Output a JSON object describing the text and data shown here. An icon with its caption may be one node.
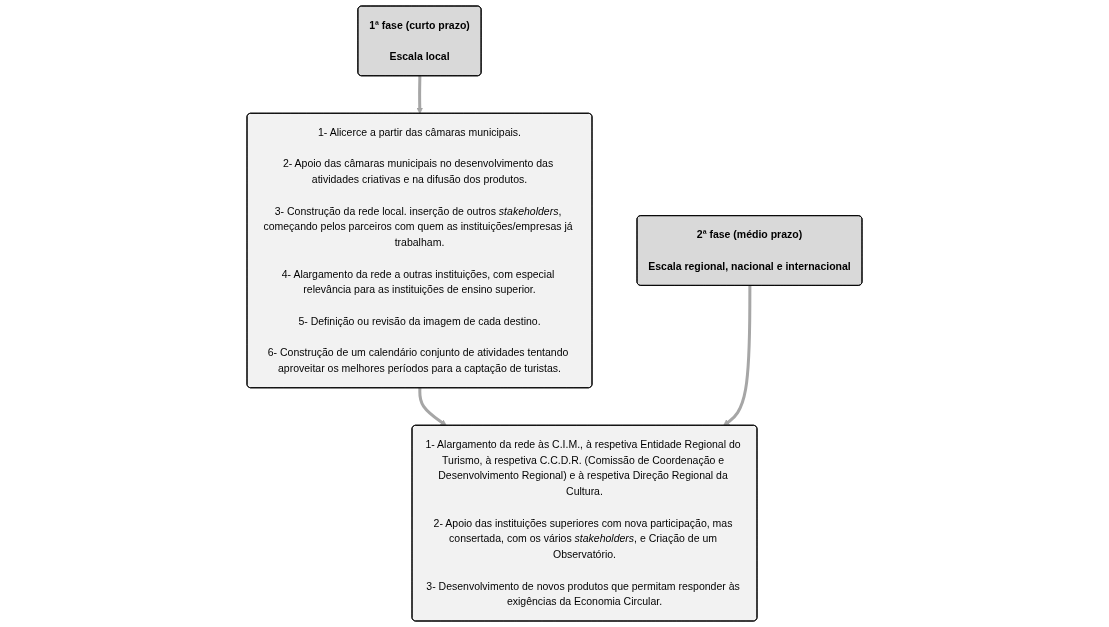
{
  "diagram": {
    "nodes": [
      {
        "text": [
          "1ª fase (curto prazo)",
          "Escala local"
        ]
      },
      {
        "text": [
          "1- Alicerce a partir das câmaras municipais.",
          "2- Apoio das câmaras municipais no desenvolvimento das atividades criativas e na difusão dos produtos.",
          "3- Construção da rede local. inserção de outros *stakeholders*, começando pelos parceiros com quem as instituições/empresas já trabalham.",
          "4- Alargamento da rede a outras instituições, com especial relevância para as instituições de ensino superior.",
          "5- Definição ou revisão da imagem de cada destino.",
          "6- Construção de um calendário conjunto de atividades tentando aproveitar os melhores períodos para a captação de turistas."
        ]
      },
      {
        "text": [
          "2ª fase (médio prazo)",
          "Escala regional, nacional e internacional"
        ]
      },
      {
        "text": [
          "1- Alargamento da rede às C.I.M., à respetiva Entidade Regional do Turismo, à respetiva C.C.D.R. (Comissão de Coordenação e Desenvolvimento Regional) e à respetiva Direção Regional da Cultura.",
          "2- Apoio das instituições superiores com nova participação, mas consertada, com os vários *stakeholders*, e Criação de um Observatório.",
          "3- Desenvolvimento de novos produtos que permitam responder às exigências da Economia Circular."
        ]
      }
    ],
    "edges": [
      {
        "from": 0,
        "to": 1,
        "arrow": "to"
      },
      {
        "from": 1,
        "to": 3,
        "arrow": "to"
      },
      {
        "from": 2,
        "to": 3,
        "arrow": "to"
      }
    ]
  }
}
